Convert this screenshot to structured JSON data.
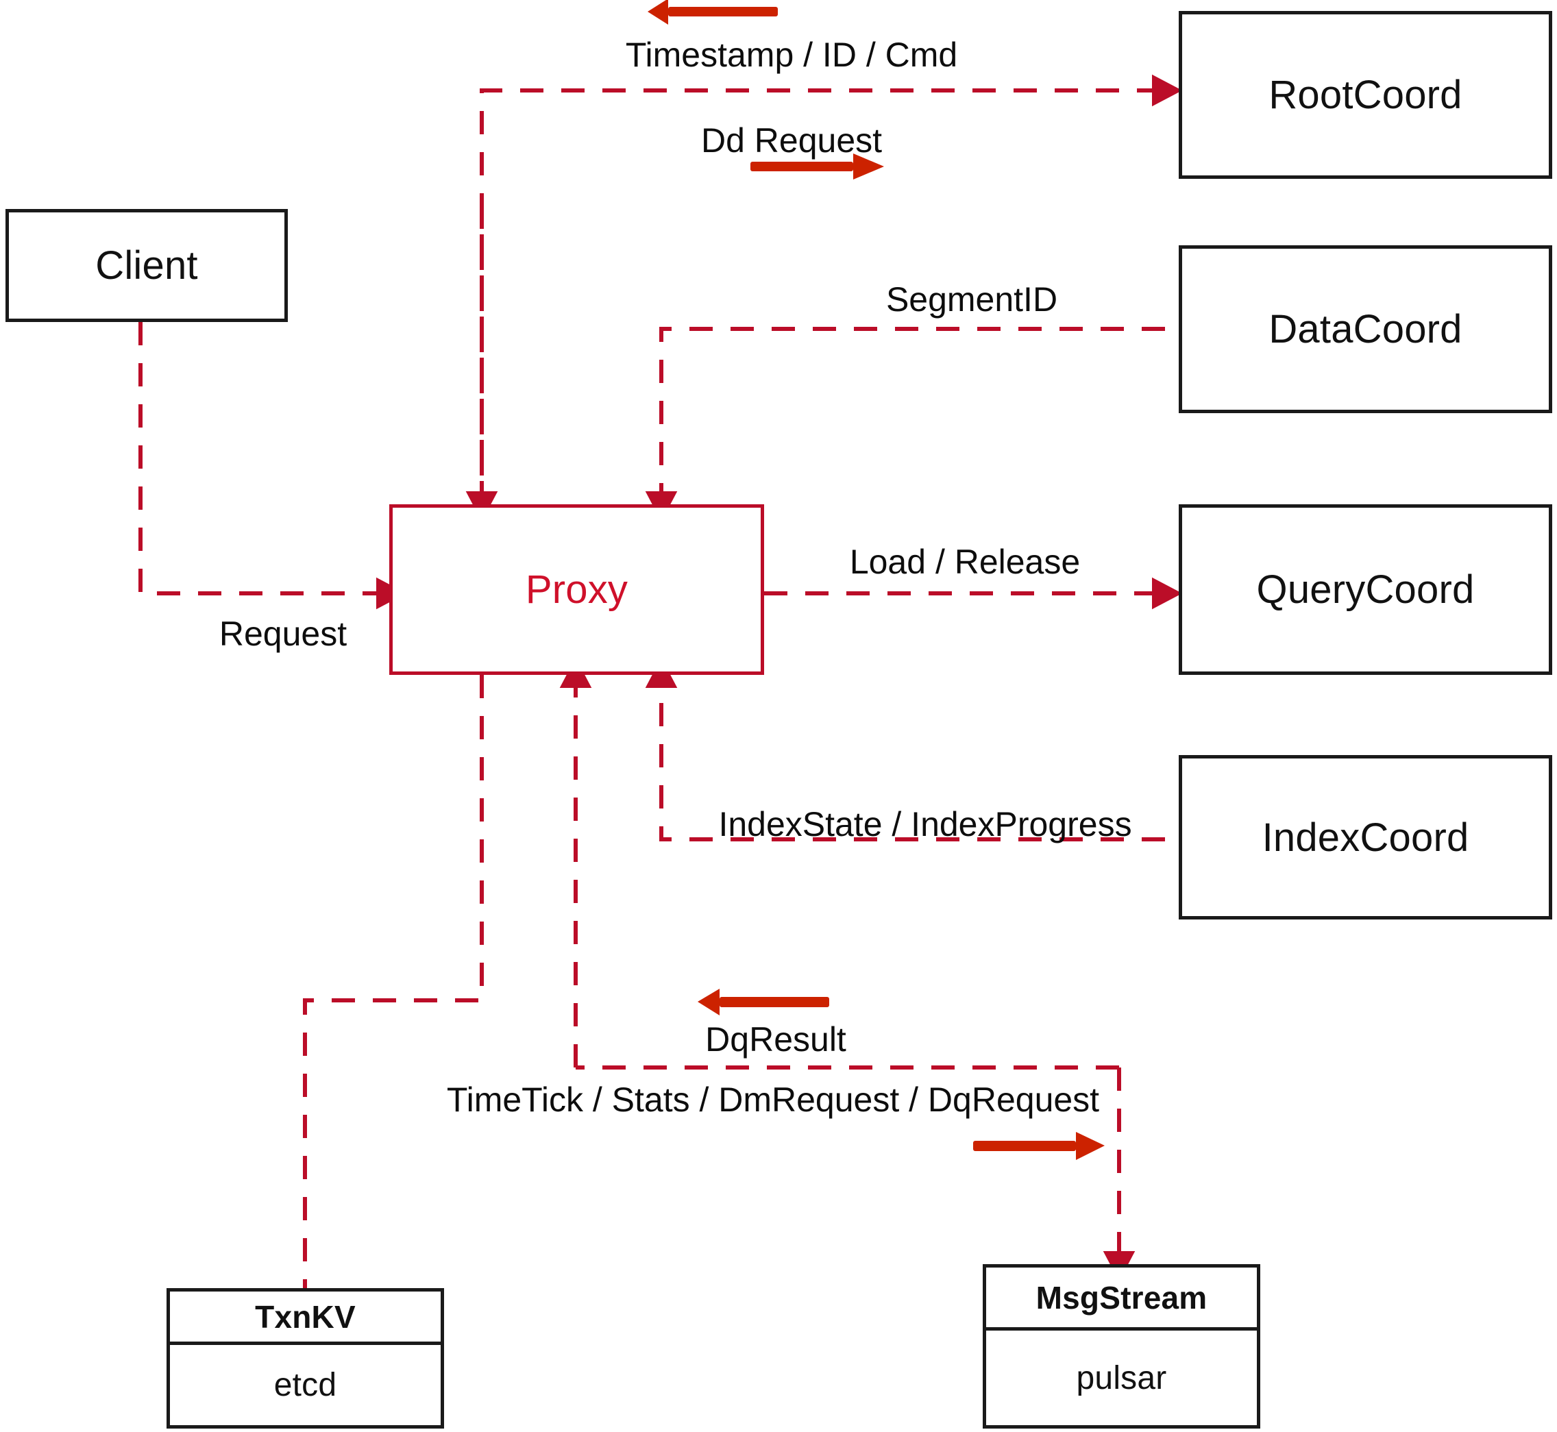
{
  "diagram": {
    "title": "Proxy component interaction diagram",
    "colors": {
      "node_stroke": "#1a1a1a",
      "proxy_stroke": "#bb0d28",
      "proxy_text": "#cf102a",
      "dashed_wire": "#bb0d28",
      "bold_arrow": "#cc2200",
      "background": "#ffffff"
    },
    "nodes": [
      {
        "id": "client",
        "label": "Client",
        "kind": "plain"
      },
      {
        "id": "proxy",
        "label": "Proxy",
        "kind": "highlight"
      },
      {
        "id": "rootcoord",
        "label": "RootCoord",
        "kind": "plain"
      },
      {
        "id": "datacoord",
        "label": "DataCoord",
        "kind": "plain"
      },
      {
        "id": "querycoord",
        "label": "QueryCoord",
        "kind": "plain"
      },
      {
        "id": "indexcoord",
        "label": "IndexCoord",
        "kind": "plain"
      },
      {
        "id": "txnkv",
        "label": "TxnKV",
        "kind": "stacked",
        "sub": "etcd"
      },
      {
        "id": "msgstream",
        "label": "MsgStream",
        "kind": "stacked",
        "sub": "pulsar"
      }
    ],
    "edges": [
      {
        "id": "timestamp-id-cmd",
        "label": "Timestamp / ID / Cmd",
        "from": "rootcoord",
        "to": "proxy",
        "direction": "left"
      },
      {
        "id": "dd-request",
        "label": "Dd Request",
        "from": "proxy",
        "to": "rootcoord",
        "direction": "right"
      },
      {
        "id": "segmentid",
        "label": "SegmentID",
        "from": "datacoord",
        "to": "proxy",
        "direction": "left"
      },
      {
        "id": "request",
        "label": "Request",
        "from": "client",
        "to": "proxy",
        "direction": "right"
      },
      {
        "id": "load-release",
        "label": "Load / Release",
        "from": "proxy",
        "to": "querycoord",
        "direction": "right"
      },
      {
        "id": "index-state",
        "label": "IndexState / IndexProgress",
        "from": "indexcoord",
        "to": "proxy",
        "direction": "left"
      },
      {
        "id": "dq-result",
        "label": "DqResult",
        "from": "msgstream",
        "to": "proxy",
        "direction": "left"
      },
      {
        "id": "msgstream-request",
        "label": "TimeTick / Stats / DmRequest / DqRequest",
        "from": "proxy",
        "to": "msgstream",
        "direction": "right"
      },
      {
        "id": "txnkv-link",
        "label": "",
        "from": "proxy",
        "to": "txnkv",
        "direction": "none"
      }
    ]
  }
}
